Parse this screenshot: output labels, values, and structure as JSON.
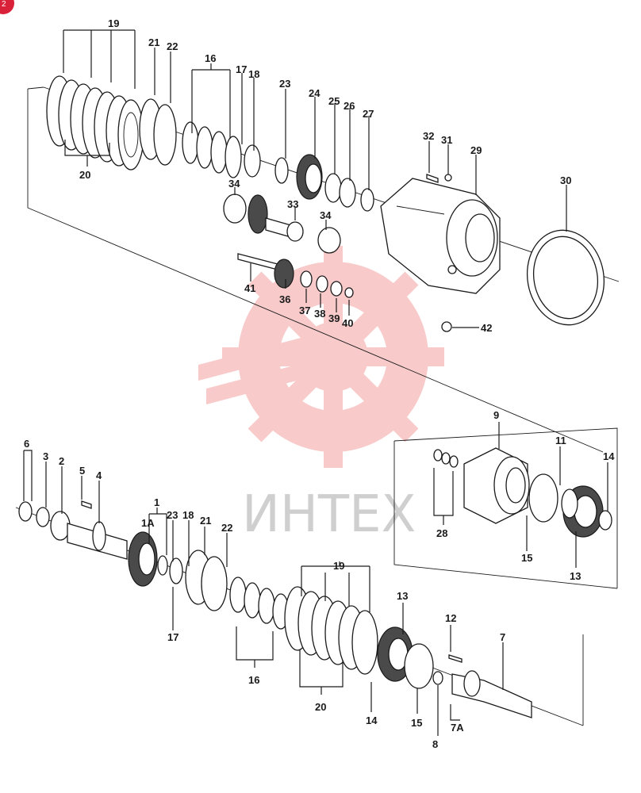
{
  "corner_badge": "2",
  "watermark": {
    "text": "ИНТЕХ",
    "color": "#f4a0a0",
    "text_color": "#cfcfcf"
  },
  "labels_top": [
    "19",
    "21",
    "22",
    "16",
    "17",
    "18",
    "23",
    "24",
    "25",
    "26",
    "27",
    "20",
    "32",
    "31",
    "29",
    "30",
    "34",
    "33",
    "34",
    "41",
    "36",
    "37",
    "38",
    "39",
    "40",
    "42"
  ],
  "labels_bottom": [
    "9",
    "11",
    "14",
    "28",
    "15",
    "13",
    "6",
    "3",
    "2",
    "5",
    "4",
    "1",
    "1A",
    "23",
    "18",
    "21",
    "22",
    "17",
    "19",
    "13",
    "12",
    "7",
    "16",
    "20",
    "14",
    "15",
    "8",
    "7A"
  ]
}
